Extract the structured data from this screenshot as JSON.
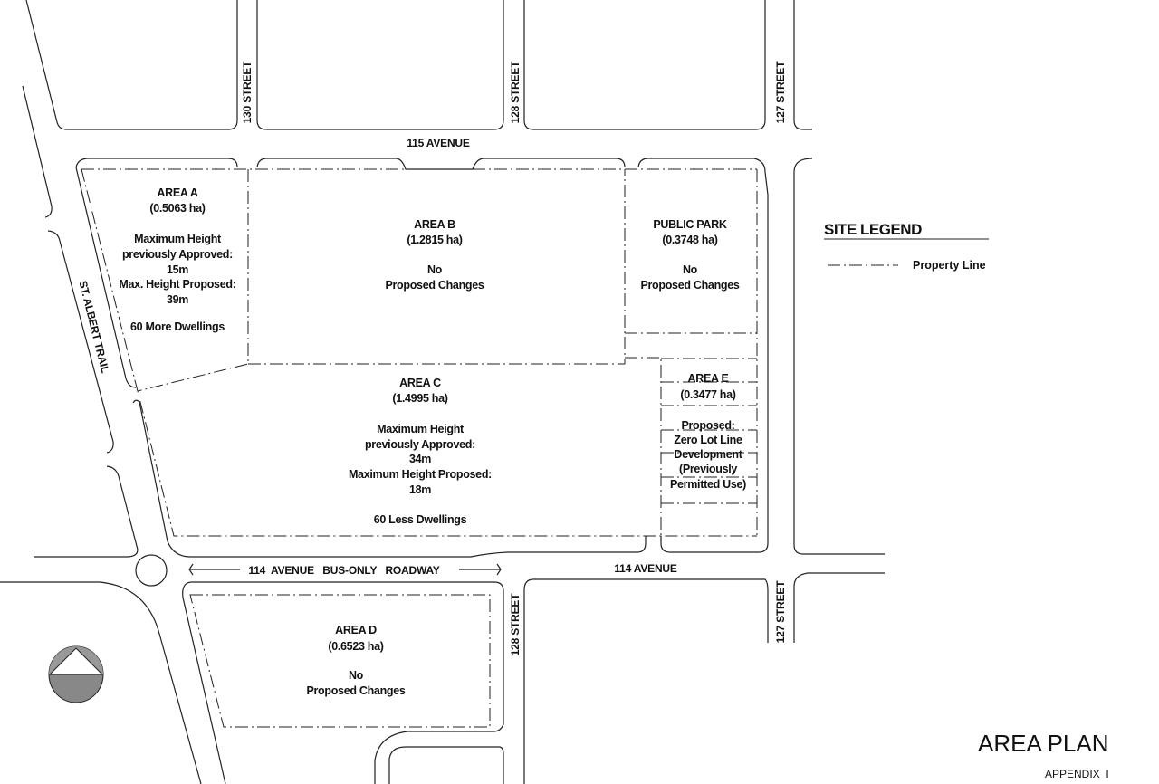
{
  "streets": {
    "st_130": "130 STREET",
    "st_128_north": "128 STREET",
    "st_127_north": "127 STREET",
    "st_128_south": "128 STREET",
    "st_127_south": "127 STREET",
    "ave_115": "115 AVENUE",
    "ave_114": "114 AVENUE",
    "st_albert": "ST. ALBERT TRAIL",
    "bus_roadway": "114  AVENUE   BUS-ONLY   ROADWAY"
  },
  "areas": {
    "A": {
      "lines": [
        "AREA A",
        "(0.5063 ha)",
        "Maximum Height",
        "previously Approved:",
        "15m",
        "Max. Height Proposed:",
        "39m",
        "60 More Dwellings"
      ]
    },
    "B": {
      "lines": [
        "AREA B",
        "(1.2815 ha)",
        "No",
        "Proposed Changes"
      ]
    },
    "park": {
      "lines": [
        "PUBLIC PARK",
        "(0.3748 ha)",
        "No",
        "Proposed Changes"
      ]
    },
    "C": {
      "lines": [
        "AREA C",
        "(1.4995 ha)",
        "Maximum Height",
        "previously Approved:",
        "34m",
        "Maximum Height Proposed:",
        "18m",
        "60 Less Dwellings"
      ]
    },
    "E": {
      "lines": [
        "AREA E",
        "(0.3477 ha)",
        "Proposed:",
        "Zero Lot Line",
        "Development",
        "(Previously",
        "Permitted Use)"
      ]
    },
    "D": {
      "lines": [
        "AREA D",
        "(0.6523 ha)",
        "No",
        "Proposed Changes"
      ]
    }
  },
  "legend": {
    "title": "SITE LEGEND",
    "items": [
      {
        "label": "Property Line",
        "symbol": "dash-dot-line"
      }
    ]
  },
  "title_block": {
    "title": "AREA PLAN",
    "subtitle": "APPENDIX  I"
  },
  "north_arrow": {
    "icon": "north-arrow-icon"
  }
}
